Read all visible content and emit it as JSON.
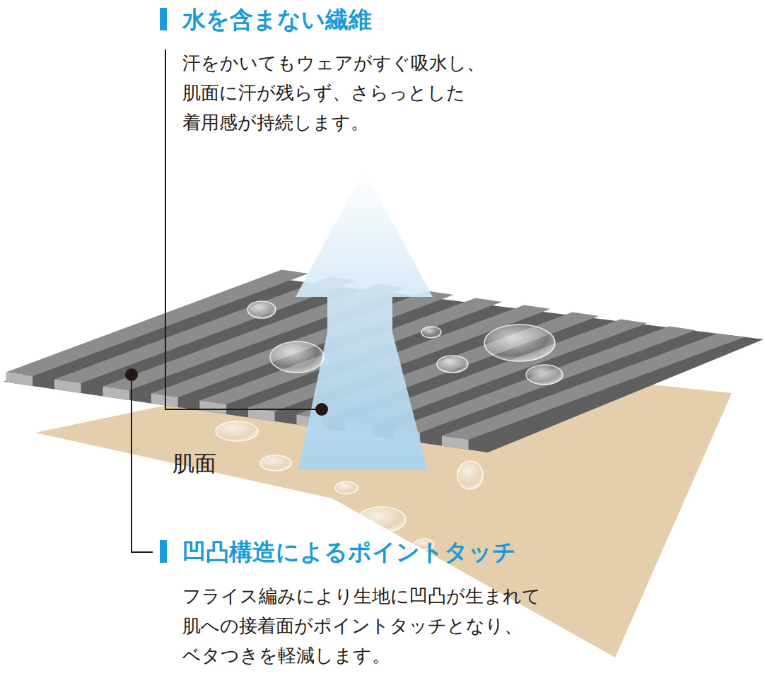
{
  "diagram": {
    "labels": [
      "水を含まない繊維",
      "汗をかいてもウェアがすぐ吸水し、 肌面に汗が残らず、さらっとした 着用感が持続します。",
      "肌面",
      "凹凸構造によるポイントタッチ",
      "フライス編みにより生地に凹凸が生まれて 肌への接着面がポイントタッチとなり、 ベタつきを軽減します。"
    ]
  }
}
